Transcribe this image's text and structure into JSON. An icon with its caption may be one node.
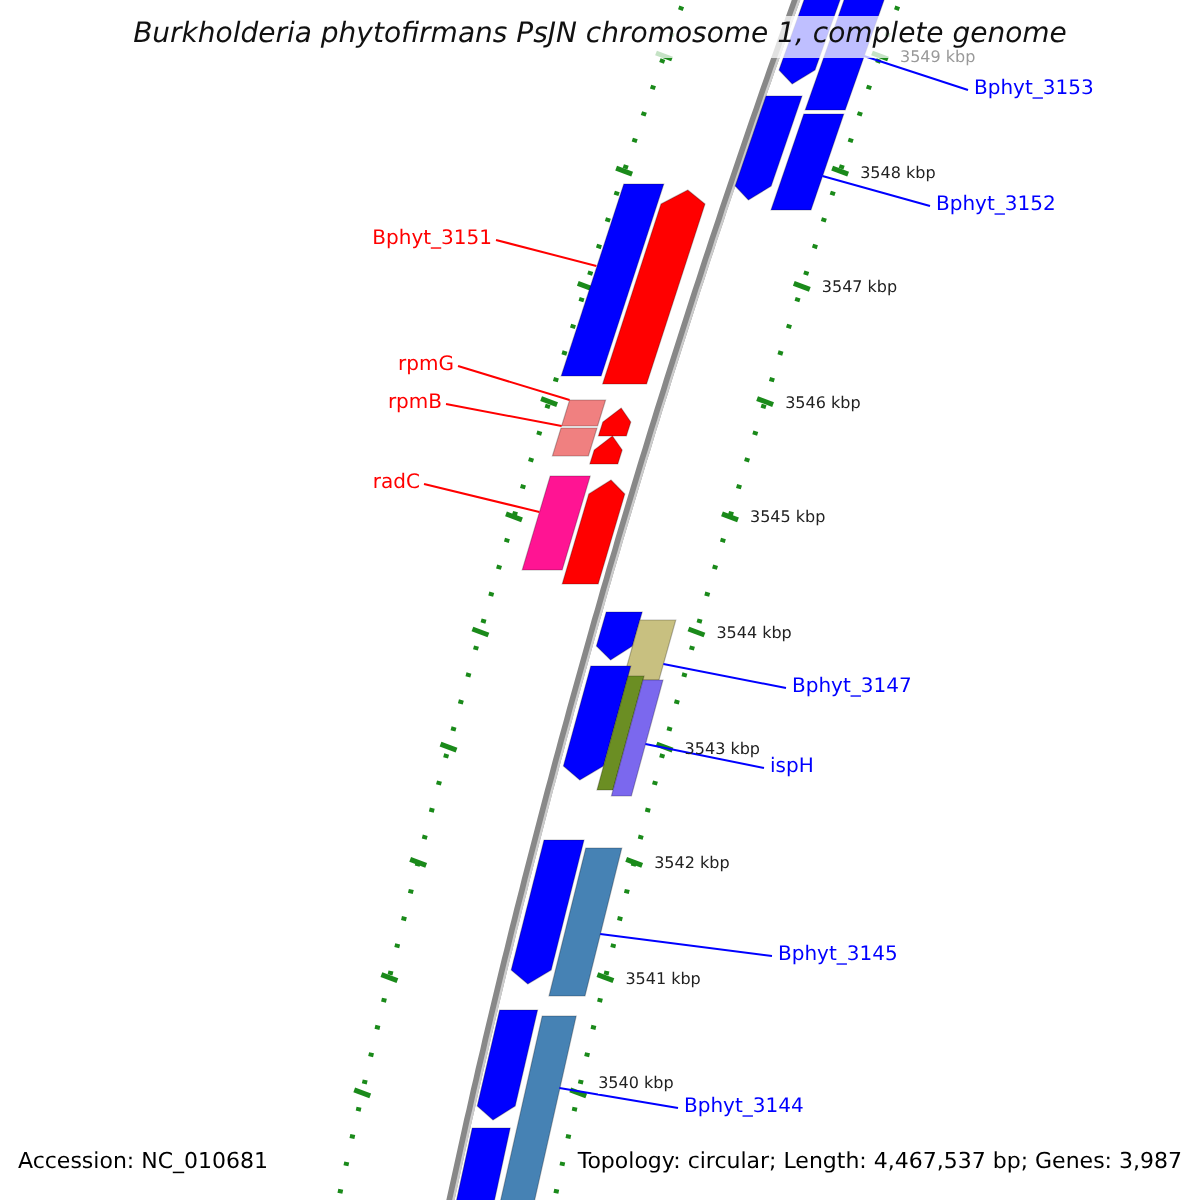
{
  "diagram": {
    "title": "Burkholderia phytofirmans PsJN chromosome 1, complete genome",
    "nodes": [
      {
        "text": [
          "Bphyt_3153"
        ]
      },
      {
        "text": [
          "Bphyt_3152"
        ]
      },
      {
        "text": [
          "Bphyt_3151"
        ]
      },
      {
        "text": [
          "rpmG"
        ]
      },
      {
        "text": [
          "rpmB"
        ]
      },
      {
        "text": [
          "radC"
        ]
      },
      {
        "text": [
          "Bphyt_3147"
        ]
      },
      {
        "text": [
          "ispH"
        ]
      },
      {
        "text": [
          "Bphyt_3145"
        ]
      },
      {
        "text": [
          "Bphyt_3144"
        ]
      },
      {
        "text": [],
        "shape": "bar"
      },
      {
        "text": [],
        "shape": "bar"
      },
      {
        "text": [],
        "shape": "bar"
      },
      {
        "text": [],
        "shape": "bar"
      },
      {
        "text": [],
        "shape": "bar"
      },
      {
        "text": [],
        "shape": "bar"
      },
      {
        "text": [],
        "shape": "bar"
      },
      {
        "text": [],
        "shape": "bar"
      },
      {
        "text": [],
        "shape": "bar"
      },
      {
        "text": [],
        "shape": "bar"
      },
      {
        "text": [],
        "shape": "bar"
      },
      {
        "text": [],
        "shape": "bar"
      },
      {
        "text": [],
        "shape": "bar"
      },
      {
        "text": [],
        "shape": "bar"
      },
      {
        "text": [],
        "shape": "bar"
      },
      {
        "text": [],
        "shape": "bar"
      },
      {
        "text": [],
        "shape": "bar"
      },
      {
        "text": [],
        "shape": "bar"
      },
      {
        "text": [],
        "shape": "bar"
      },
      {
        "text": [],
        "shape": "bar"
      },
      {
        "text": [],
        "shape": "bar"
      },
      {
        "text": [],
        "shape": "bar"
      }
    ],
    "edges": [
      {
        "from": 0,
        "to": 11,
        "arrow": "none"
      },
      {
        "from": 1,
        "to": 13,
        "arrow": "none"
      },
      {
        "from": 2,
        "to": 14,
        "arrow": "none",
        "color": "#ff0000"
      },
      {
        "from": 3,
        "to": 16,
        "arrow": "none",
        "color": "#ff0000"
      },
      {
        "from": 4,
        "to": 18,
        "arrow": "none",
        "color": "#ff0000"
      },
      {
        "from": 5,
        "to": 20,
        "arrow": "none",
        "color": "#ff0000"
      },
      {
        "from": 6,
        "to": 23,
        "arrow": "none"
      },
      {
        "from": 7,
        "to": 26,
        "arrow": "none"
      },
      {
        "from": 8,
        "to": 28,
        "arrow": "none"
      },
      {
        "from": 9,
        "to": 30,
        "arrow": "none"
      }
    ],
    "labels": [
      "3549 kbp",
      "3548 kbp",
      "3547 kbp",
      "3546 kbp",
      "3545 kbp",
      "3544 kbp",
      "3543 kbp",
      "3542 kbp",
      "3541 kbp",
      "3540 kbp",
      "Accession: NC_010681",
      "Topology: circular; Length: 4,467,537 bp; Genes: 3,987"
    ]
  }
}
